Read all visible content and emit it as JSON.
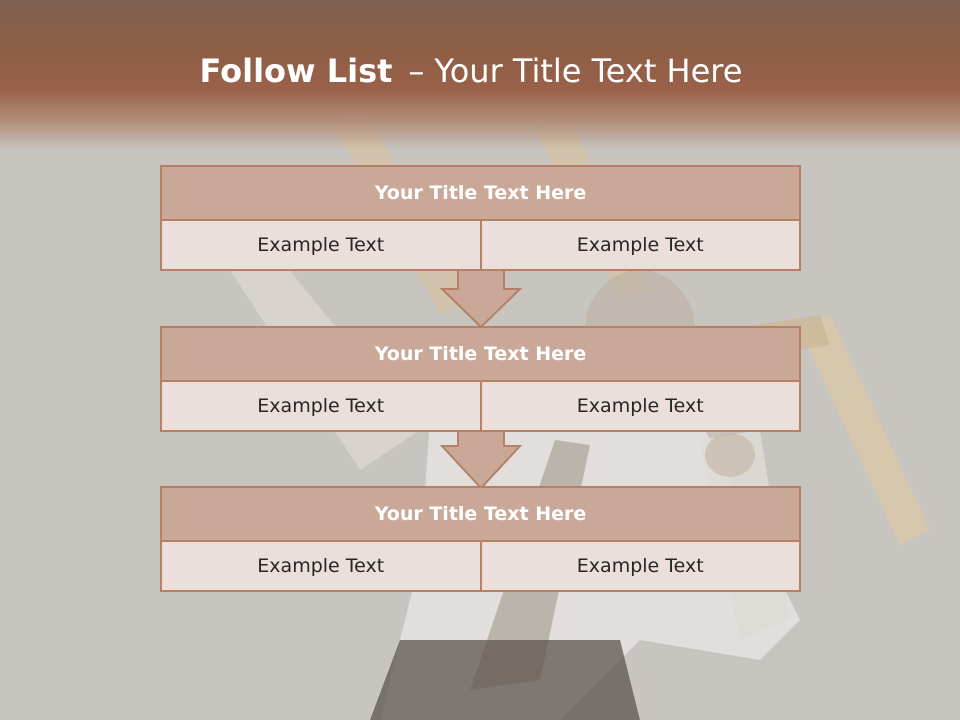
{
  "slide": {
    "title_bold": "Follow List",
    "title_sep": "–",
    "title_rest": "Your Title Text Here"
  },
  "blocks": [
    {
      "title": "Your Title Text Here",
      "left": "Example Text",
      "right": "Example Text"
    },
    {
      "title": "Your Title Text Here",
      "left": "Example Text",
      "right": "Example Text"
    },
    {
      "title": "Your Title Text Here",
      "left": "Example Text",
      "right": "Example Text"
    }
  ],
  "colors": {
    "header_brown": "#9a6149",
    "block_title_fill": "#c9a898",
    "cell_fill": "#eadfda",
    "border": "#b77f63",
    "arrow_fill": "#c9a898"
  }
}
